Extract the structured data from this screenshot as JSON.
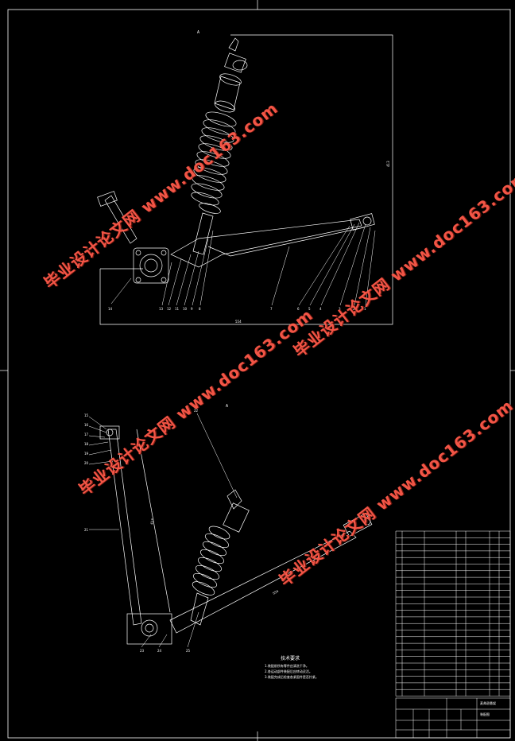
{
  "view_labels": {
    "top": "A",
    "bottom": "A"
  },
  "watermark_text": "毕业设计论文网 www.doc163.com",
  "tech_notes": {
    "title": "技术要求",
    "lines": [
      "1.装配前所有零件应清洗干净。",
      "2.各运动部件装配后应转动灵活。",
      "3.装配完成后检查各紧固件是否拧紧。"
    ]
  },
  "title_block": {
    "drawing_name": "麦弗逊悬架",
    "sub_name": "装配图"
  }
}
